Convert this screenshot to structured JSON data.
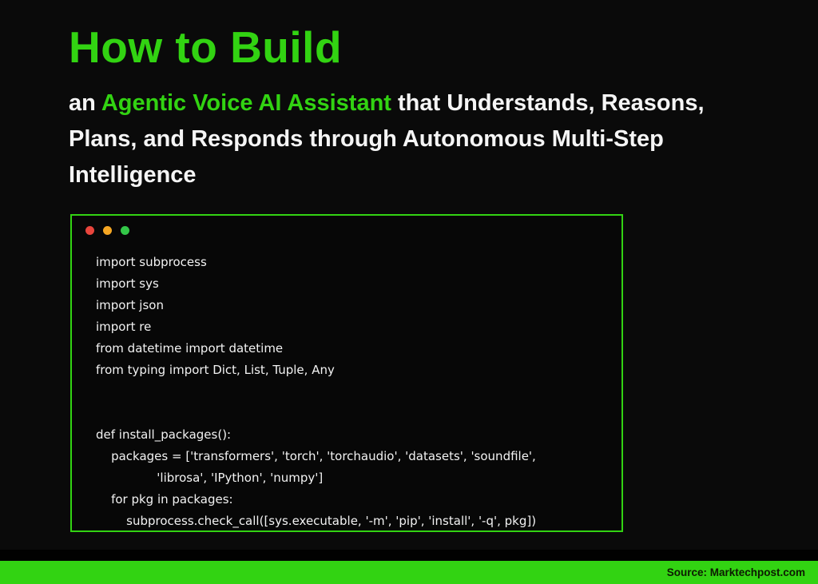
{
  "colors": {
    "background": "#0a0a0a",
    "accent_green": "#32d312",
    "traffic_red": "#e8453c",
    "traffic_yellow": "#f5a623",
    "traffic_green": "#33c748"
  },
  "header": {
    "title": "How to Build",
    "subtitle_prefix": "an ",
    "subtitle_highlight": "Agentic Voice AI Assistant",
    "subtitle_rest": " that Understands, Reasons, Plans, and Responds through Autonomous Multi-Step Intelligence"
  },
  "code_window": {
    "window_controls": [
      "close",
      "minimize",
      "maximize"
    ],
    "lines": [
      "import subprocess",
      "import sys",
      "import json",
      "import re",
      "from datetime import datetime",
      "from typing import Dict, List, Tuple, Any",
      "",
      "",
      "def install_packages():",
      "    packages = ['transformers', 'torch', 'torchaudio', 'datasets', 'soundfile',",
      "                'librosa', 'IPython', 'numpy']",
      "    for pkg in packages:",
      "        subprocess.check_call([sys.executable, '-m', 'pip', 'install', '-q', pkg])"
    ]
  },
  "footer": {
    "source_text": "Source: Marktechpost.com"
  }
}
